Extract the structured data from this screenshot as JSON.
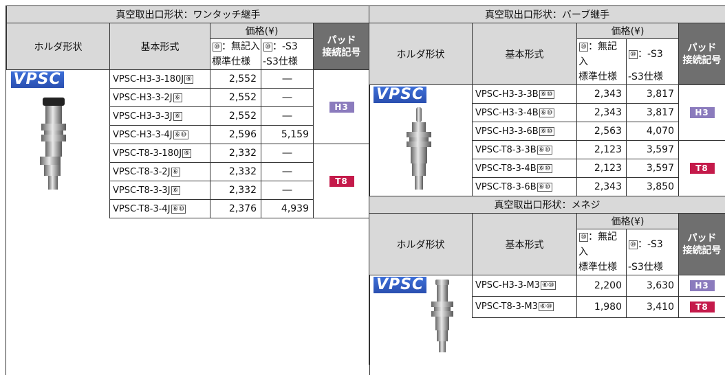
{
  "left": {
    "title": "真空取出口形状：ワンタッチ継手",
    "headers": {
      "holder": "ホルダ形状",
      "model": "基本形式",
      "price": "価格(¥)",
      "std_code": "⑩",
      "std_line1": "：無記入",
      "std_line2": "標準仕様",
      "s3_code": "⑩",
      "s3_line1": "：-S3",
      "s3_line2": "-S3仕様",
      "pad_line1": "パッド",
      "pad_line2": "接続記号"
    },
    "holder_name": "VPSC",
    "groups": [
      {
        "badge": "H3",
        "rows": [
          {
            "model": "VPSC-H3-3-180J",
            "codes": "⑥",
            "std": "2,552",
            "s3": "―"
          },
          {
            "model": "VPSC-H3-3-2J",
            "codes": "⑥",
            "std": "2,552",
            "s3": "―"
          },
          {
            "model": "VPSC-H3-3-3J",
            "codes": "⑥",
            "std": "2,552",
            "s3": "―"
          },
          {
            "model": "VPSC-H3-3-4J",
            "codes": "⑥⑩",
            "std": "2,596",
            "s3": "5,159"
          }
        ]
      },
      {
        "badge": "T8",
        "rows": [
          {
            "model": "VPSC-T8-3-180J",
            "codes": "⑥",
            "std": "2,332",
            "s3": "―"
          },
          {
            "model": "VPSC-T8-3-2J",
            "codes": "⑥",
            "std": "2,332",
            "s3": "―"
          },
          {
            "model": "VPSC-T8-3-3J",
            "codes": "⑥",
            "std": "2,332",
            "s3": "―"
          },
          {
            "model": "VPSC-T8-3-4J",
            "codes": "⑥⑩",
            "std": "2,376",
            "s3": "4,939"
          }
        ]
      }
    ]
  },
  "right_top": {
    "title": "真空取出口形状：バーブ継手",
    "holder_name": "VPSC",
    "groups": [
      {
        "badge": "H3",
        "rows": [
          {
            "model": "VPSC-H3-3-3B",
            "codes": "⑥⑩",
            "std": "2,343",
            "s3": "3,817"
          },
          {
            "model": "VPSC-H3-3-4B",
            "codes": "⑥⑩",
            "std": "2,343",
            "s3": "3,817"
          },
          {
            "model": "VPSC-H3-3-6B",
            "codes": "⑥⑩",
            "std": "2,563",
            "s3": "4,070"
          }
        ]
      },
      {
        "badge": "T8",
        "rows": [
          {
            "model": "VPSC-T8-3-3B",
            "codes": "⑥⑩",
            "std": "2,123",
            "s3": "3,597"
          },
          {
            "model": "VPSC-T8-3-4B",
            "codes": "⑥⑩",
            "std": "2,123",
            "s3": "3,597"
          },
          {
            "model": "VPSC-T8-3-6B",
            "codes": "⑥⑩",
            "std": "2,343",
            "s3": "3,850"
          }
        ]
      }
    ]
  },
  "right_bottom": {
    "title": "真空取出口形状：メネジ",
    "holder_name": "VPSC",
    "rows": [
      {
        "model": "VPSC-H3-3-M3",
        "codes": "⑥⑩",
        "std": "2,200",
        "s3": "3,630",
        "badge": "H3"
      },
      {
        "model": "VPSC-T8-3-M3",
        "codes": "⑥⑩",
        "std": "1,980",
        "s3": "3,410",
        "badge": "T8"
      }
    ]
  },
  "colors": {
    "header_bg": "#d9d9d9",
    "pad_header_bg": "#6f6f6f",
    "h3": "#8b7bbd",
    "t8": "#c41a4a",
    "vpsc": "#2a4fb0"
  }
}
